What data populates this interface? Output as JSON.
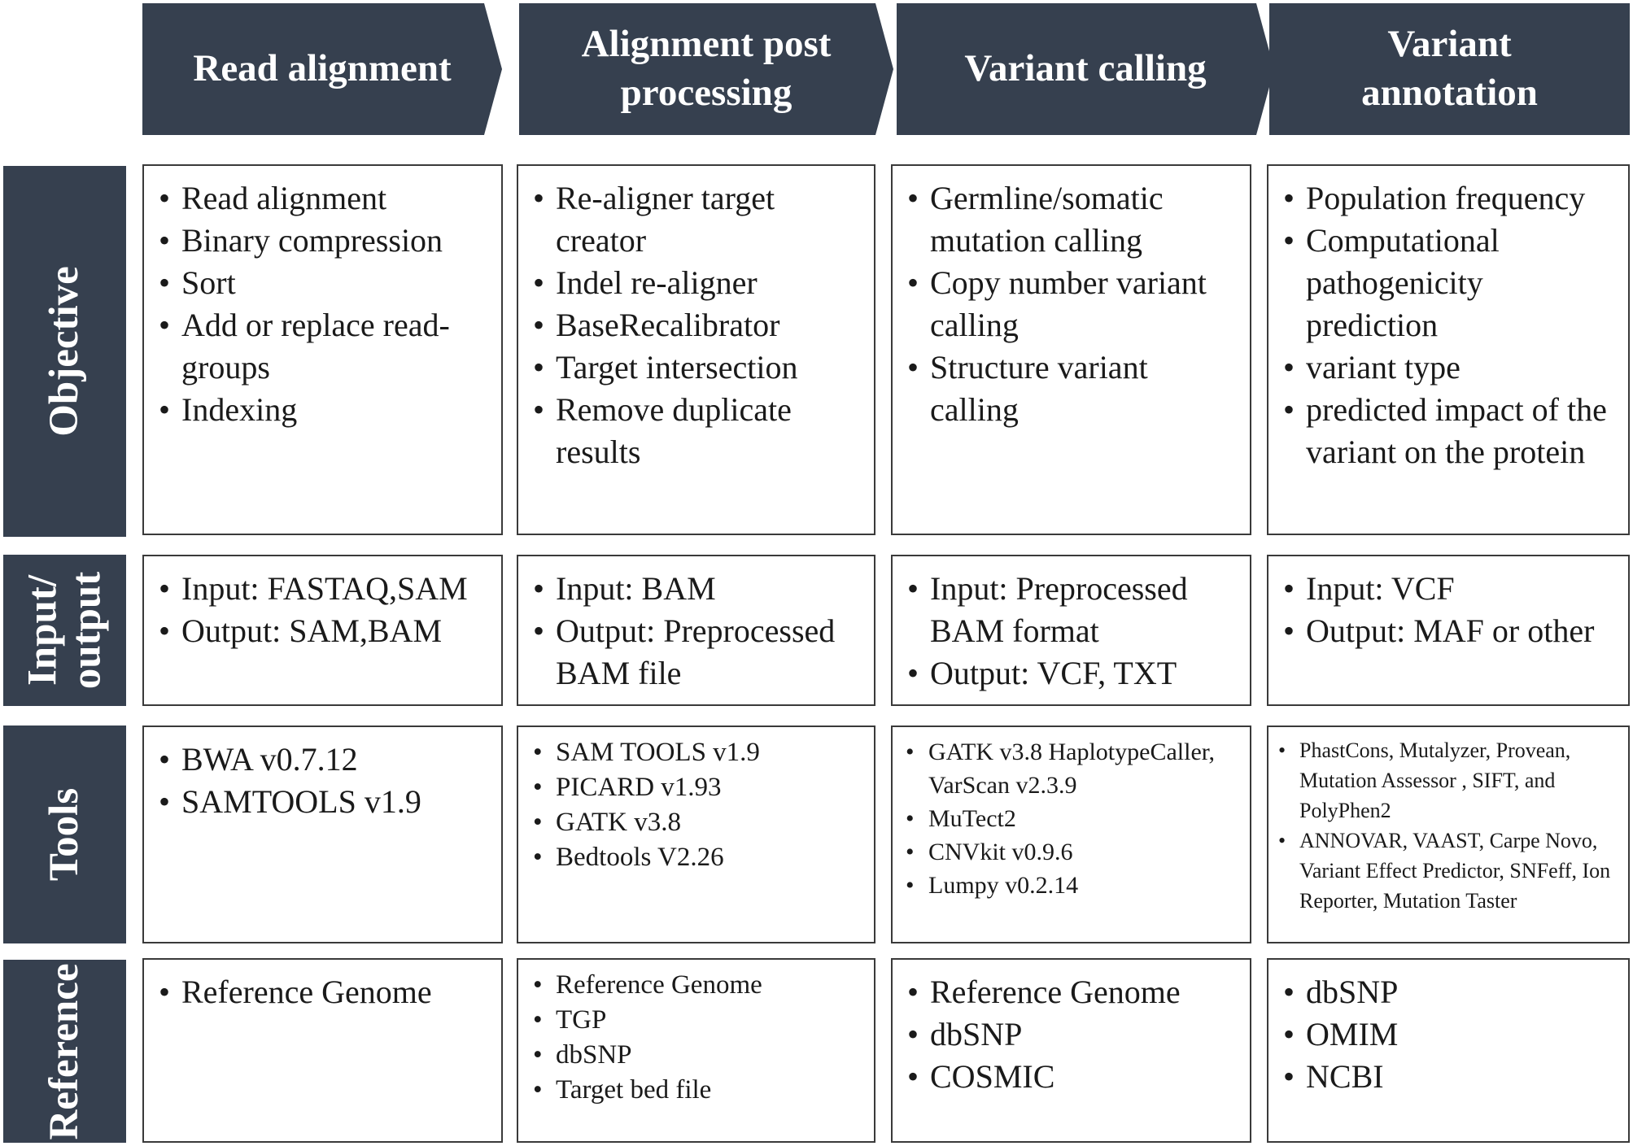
{
  "stages": [
    {
      "title_lines": [
        "Read alignment"
      ]
    },
    {
      "title_lines": [
        "Alignment post",
        "processing"
      ]
    },
    {
      "title_lines": [
        "Variant calling"
      ]
    },
    {
      "title_lines": [
        "Variant",
        "annotation"
      ]
    }
  ],
  "row_labels": {
    "objective": [
      "Objective"
    ],
    "io": [
      "Input/",
      "output"
    ],
    "tools": [
      "Tools"
    ],
    "reference": [
      "Reference"
    ]
  },
  "objective": [
    [
      "Read alignment",
      "Binary compression",
      "Sort",
      "Add or replace read-groups",
      "Indexing"
    ],
    [
      "Re-aligner target creator",
      "Indel re-aligner",
      "BaseRecalibrator",
      "Target intersection",
      "Remove duplicate results"
    ],
    [
      "Germline/somatic mutation calling",
      "Copy number variant calling",
      "Structure variant calling"
    ],
    [
      "Population frequency",
      "Computational pathogenicity prediction",
      "variant type",
      "predicted impact of the variant on the protein"
    ]
  ],
  "io": [
    [
      "Input: FASTAQ,SAM",
      "Output: SAM,BAM"
    ],
    [
      "Input: BAM",
      "Output: Preprocessed BAM file"
    ],
    [
      "Input: Preprocessed BAM format",
      "Output: VCF, TXT"
    ],
    [
      "Input: VCF",
      "Output: MAF or other"
    ]
  ],
  "tools": [
    [
      "BWA v0.7.12",
      "SAMTOOLS v1.9"
    ],
    [
      "SAM TOOLS v1.9",
      "PICARD v1.93",
      "GATK v3.8",
      "Bedtools V2.26"
    ],
    [
      "GATK v3.8 HaplotypeCaller, VarScan v2.3.9",
      "MuTect2",
      "CNVkit v0.9.6",
      "Lumpy v0.2.14"
    ],
    [
      "PhastCons, Mutalyzer, Provean, Mutation Assessor , SIFT, and PolyPhen2",
      "ANNOVAR, VAAST, Carpe Novo, Variant Effect Predictor, SNFeff, Ion Reporter, Mutation Taster"
    ]
  ],
  "reference": [
    [
      "Reference Genome"
    ],
    [
      "Reference Genome",
      "TGP",
      "dbSNP",
      "Target bed file"
    ],
    [
      "Reference Genome",
      "dbSNP",
      "COSMIC"
    ],
    [
      "dbSNP",
      "OMIM",
      "NCBI"
    ]
  ],
  "colors": {
    "header_bg": "#36404f",
    "header_text": "#ffffff",
    "cell_border": "#3a3a3a"
  }
}
